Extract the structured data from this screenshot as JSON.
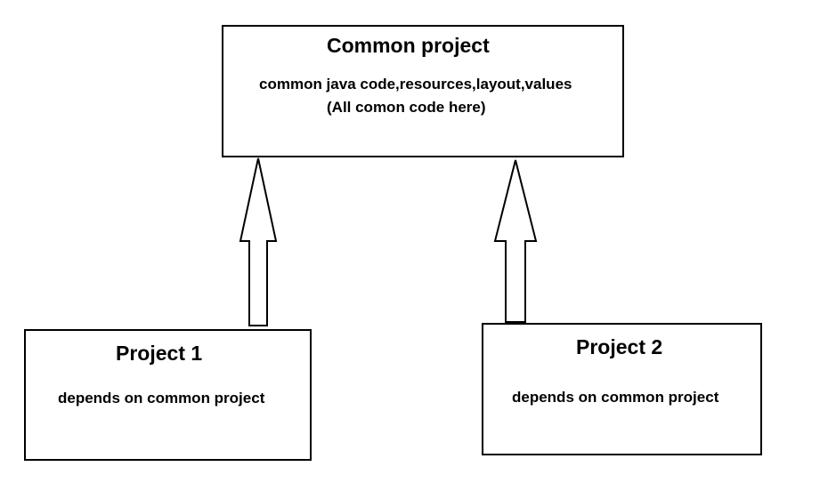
{
  "diagram": {
    "common": {
      "title": "Common project",
      "line1": "common java code,resources,layout,values",
      "line2": "(All comon code here)"
    },
    "project1": {
      "title": "Project 1",
      "line1": "depends on common project"
    },
    "project2": {
      "title": "Project 2",
      "line1": "depends on common project"
    },
    "colors": {
      "stroke": "#000000",
      "fill": "#ffffff"
    }
  }
}
